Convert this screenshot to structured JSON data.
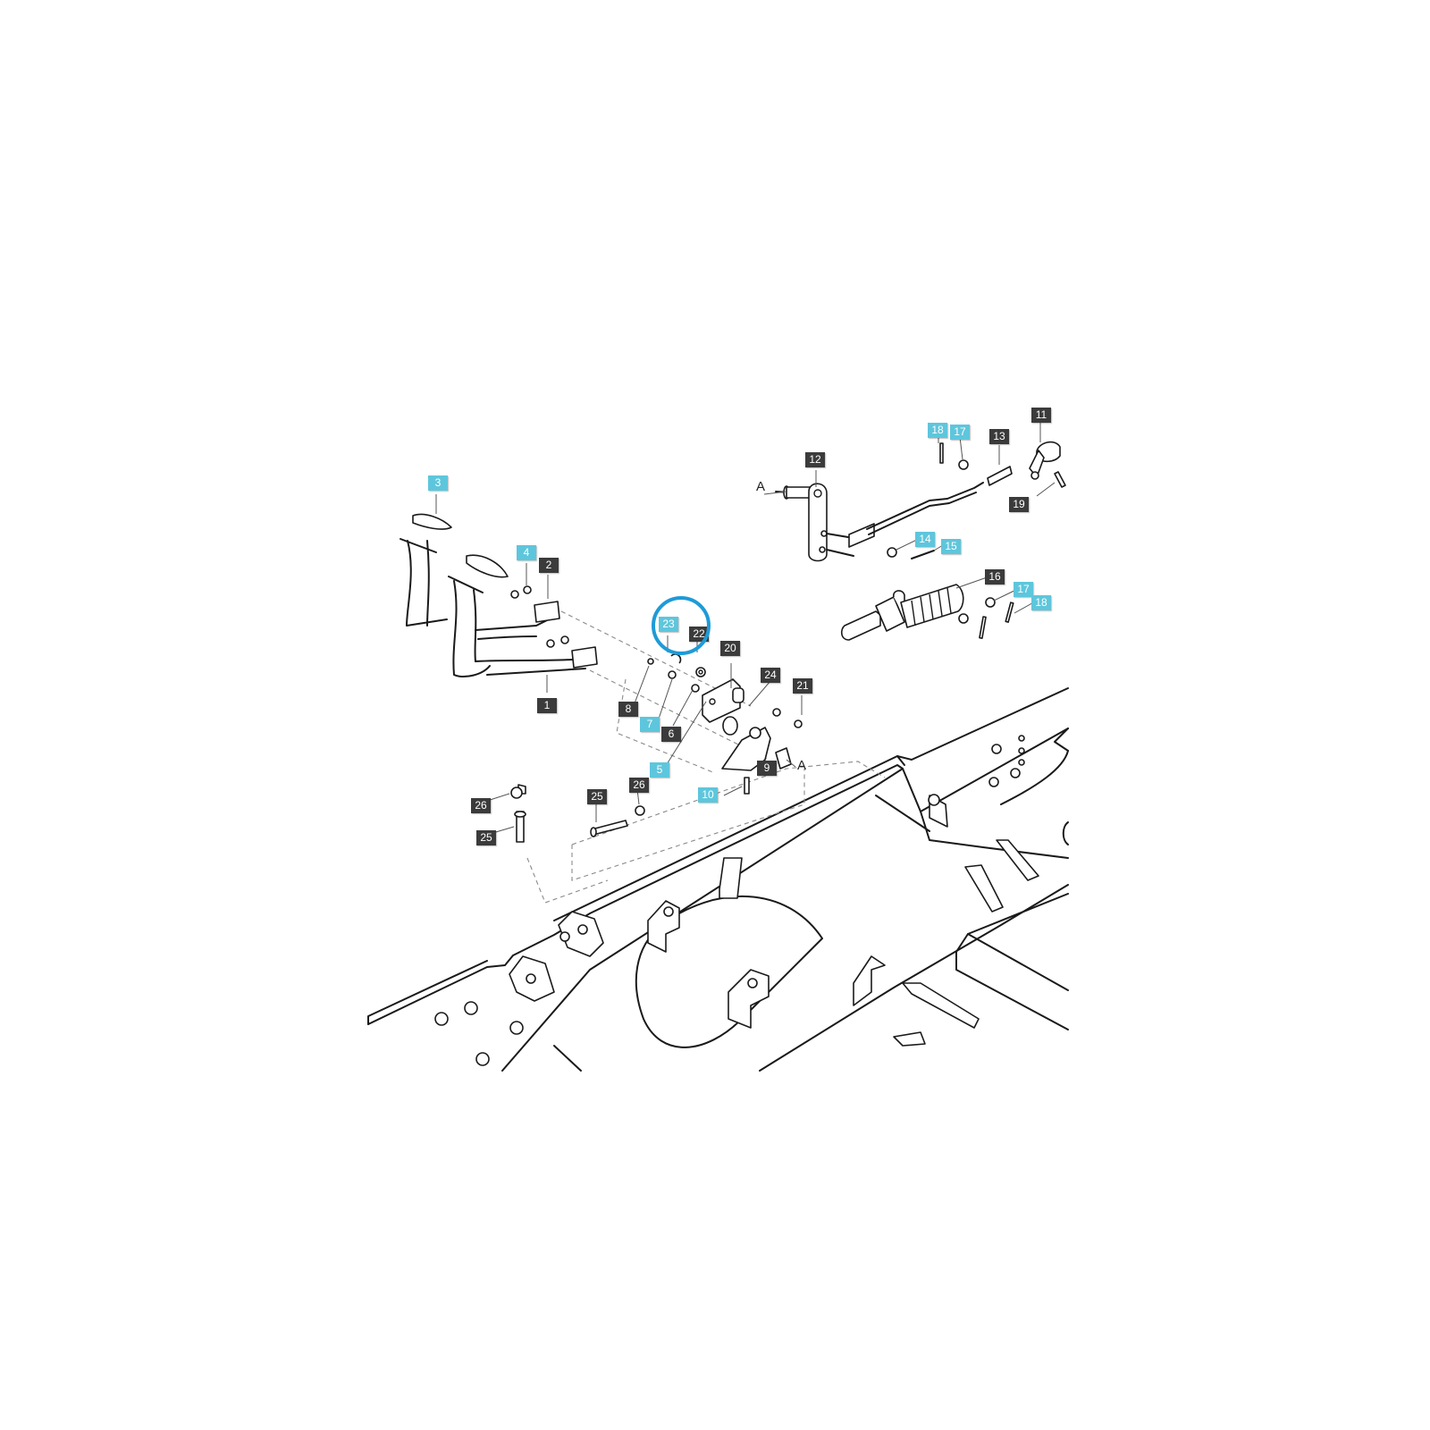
{
  "diagram": {
    "highlight_color": "#1e9bd7",
    "callout_dark_color": "#3b3b3b",
    "callout_light_color": "#5ec6dc",
    "highlighted_part": "23",
    "callouts": [
      {
        "label": "1",
        "style": "dark"
      },
      {
        "label": "2",
        "style": "dark"
      },
      {
        "label": "3",
        "style": "light"
      },
      {
        "label": "4",
        "style": "light"
      },
      {
        "label": "5",
        "style": "light"
      },
      {
        "label": "6",
        "style": "dark"
      },
      {
        "label": "7",
        "style": "light"
      },
      {
        "label": "8",
        "style": "dark"
      },
      {
        "label": "9",
        "style": "dark"
      },
      {
        "label": "10",
        "style": "light"
      },
      {
        "label": "11",
        "style": "dark"
      },
      {
        "label": "12",
        "style": "dark"
      },
      {
        "label": "13",
        "style": "dark"
      },
      {
        "label": "14",
        "style": "light"
      },
      {
        "label": "15",
        "style": "light"
      },
      {
        "label": "16",
        "style": "dark"
      },
      {
        "label": "17",
        "style": "light"
      },
      {
        "label": "18",
        "style": "light"
      },
      {
        "label": "17",
        "style": "light"
      },
      {
        "label": "18",
        "style": "light"
      },
      {
        "label": "19",
        "style": "dark"
      },
      {
        "label": "20",
        "style": "dark"
      },
      {
        "label": "21",
        "style": "dark"
      },
      {
        "label": "22",
        "style": "dark"
      },
      {
        "label": "23",
        "style": "light"
      },
      {
        "label": "24",
        "style": "dark"
      },
      {
        "label": "25",
        "style": "dark"
      },
      {
        "label": "25",
        "style": "dark"
      },
      {
        "label": "26",
        "style": "dark"
      },
      {
        "label": "26",
        "style": "dark"
      }
    ],
    "reference_letters": [
      "A",
      "A"
    ]
  }
}
